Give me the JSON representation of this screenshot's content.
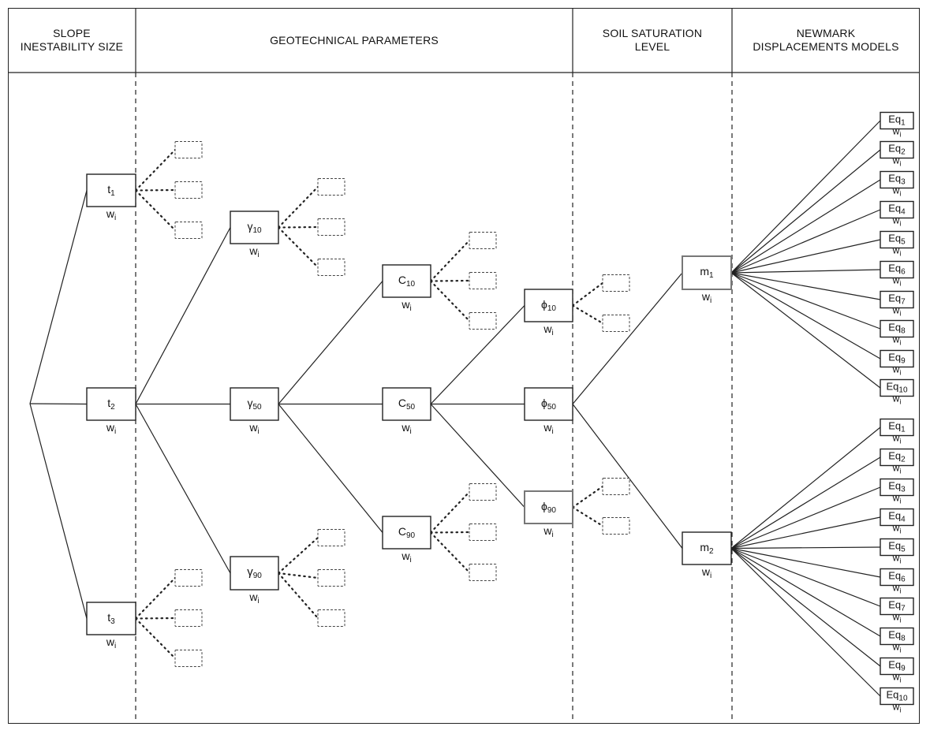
{
  "headers": [
    {
      "id": "col-slope",
      "text": "SLOPE\nINESTABILITY SIZE"
    },
    {
      "id": "col-geo",
      "text": "GEOTECHNICAL PARAMETERS"
    },
    {
      "id": "col-soil",
      "text": "SOIL SATURATION\nLEVEL"
    },
    {
      "id": "col-newmark",
      "text": "NEWMARK\nDISPLACEMENTS MODELS"
    }
  ],
  "weight_label": {
    "base": "w",
    "sub": "i"
  },
  "nodes": [
    {
      "id": "t1",
      "base": "t",
      "sub": "1"
    },
    {
      "id": "t2",
      "base": "t",
      "sub": "2"
    },
    {
      "id": "t3",
      "base": "t",
      "sub": "3"
    },
    {
      "id": "g10",
      "base": "γ",
      "sub": "10"
    },
    {
      "id": "g50",
      "base": "γ",
      "sub": "50"
    },
    {
      "id": "g90",
      "base": "γ",
      "sub": "90"
    },
    {
      "id": "c10",
      "base": "C",
      "sub": "10"
    },
    {
      "id": "c50",
      "base": "C",
      "sub": "50"
    },
    {
      "id": "c90",
      "base": "C",
      "sub": "90"
    },
    {
      "id": "p10",
      "base": "ϕ",
      "sub": "10"
    },
    {
      "id": "p50",
      "base": "ϕ",
      "sub": "50"
    },
    {
      "id": "p90",
      "base": "ϕ",
      "sub": "90"
    },
    {
      "id": "m1",
      "base": "m",
      "sub": "1"
    },
    {
      "id": "m2",
      "base": "m",
      "sub": "2"
    }
  ],
  "equation_prefix": "Eq",
  "equations": [
    "1",
    "2",
    "3",
    "4",
    "5",
    "6",
    "7",
    "8",
    "9",
    "10"
  ]
}
